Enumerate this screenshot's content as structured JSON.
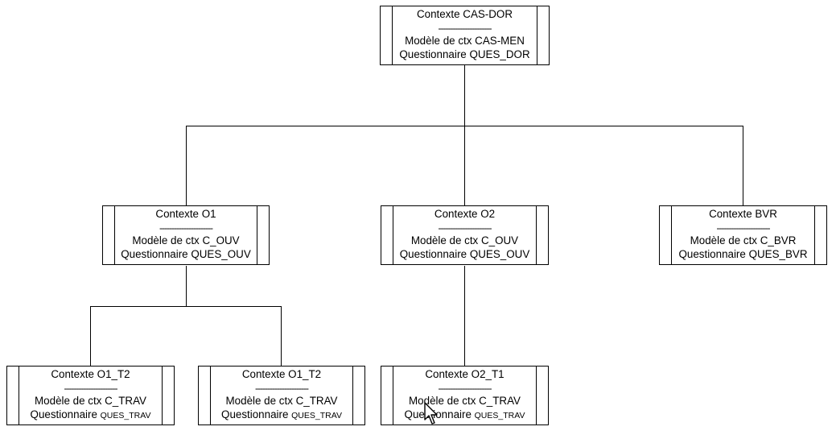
{
  "nodes": [
    {
      "id": "cas-dor",
      "title": "Contexte CAS-DOR",
      "separator": "----------------------",
      "model": "Modèle de ctx CAS-MEN",
      "questionnaire_label": "Questionnaire",
      "questionnaire_value": "QUES_DOR"
    },
    {
      "id": "o1",
      "title": "Contexte O1",
      "separator": "----------------------",
      "model": "Modèle de ctx C_OUV",
      "questionnaire_label": "Questionnaire",
      "questionnaire_value": "QUES_OUV"
    },
    {
      "id": "o2",
      "title": "Contexte O2",
      "separator": "----------------------",
      "model": "Modèle de ctx C_OUV",
      "questionnaire_label": "Questionnaire",
      "questionnaire_value": "QUES_OUV"
    },
    {
      "id": "bvr",
      "title": "Contexte BVR",
      "separator": "----------------------",
      "model": "Modèle de ctx C_BVR",
      "questionnaire_label": "Questionnaire",
      "questionnaire_value": "QUES_BVR"
    },
    {
      "id": "o1-t2-a",
      "title": "Contexte O1_T2",
      "separator": "----------------------",
      "model": "Modèle de ctx C_TRAV",
      "questionnaire_label": "Questionnaire",
      "questionnaire_value": "QUES_TRAV"
    },
    {
      "id": "o1-t2-b",
      "title": "Contexte O1_T2",
      "separator": "----------------------",
      "model": "Modèle de ctx C_TRAV",
      "questionnaire_label": "Questionnaire",
      "questionnaire_value": "QUES_TRAV"
    },
    {
      "id": "o2-t1",
      "title": "Contexte O2_T1",
      "separator": "----------------------",
      "model": "Modèle de ctx C_TRAV",
      "questionnaire_label": "Questionnaire",
      "questionnaire_value": "QUES_TRAV"
    }
  ],
  "edges": [
    {
      "from": "cas-dor",
      "to": "o1"
    },
    {
      "from": "cas-dor",
      "to": "o2"
    },
    {
      "from": "cas-dor",
      "to": "bvr"
    },
    {
      "from": "o1",
      "to": "o1-t2-a"
    },
    {
      "from": "o1",
      "to": "o1-t2-b"
    },
    {
      "from": "o2",
      "to": "o2-t1"
    }
  ]
}
